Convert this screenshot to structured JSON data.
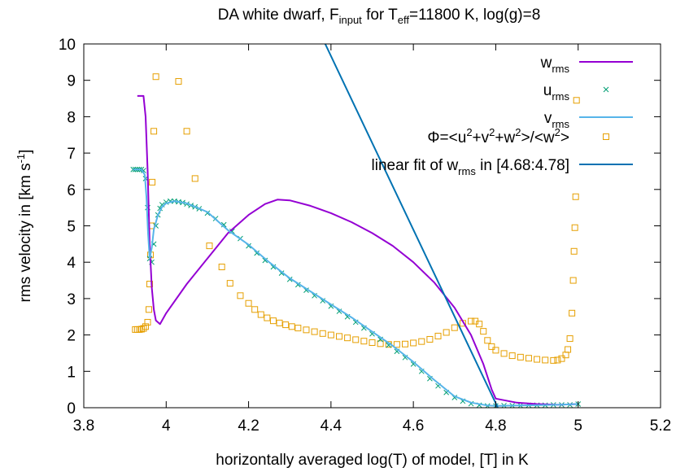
{
  "chart_data": {
    "type": "line",
    "title": {
      "pre": "DA white dwarf, F",
      "sub1": "input",
      "mid": " for T",
      "sub2": "eff",
      "post": "=11800 K, log(g)=8"
    },
    "xlabel": "horizontally averaged log(T) of model, [T] in K",
    "ylabel": {
      "pre": "rms velocity in [km s",
      "sup": "-1",
      "post": "]"
    },
    "xlim": [
      3.8,
      5.2
    ],
    "ylim": [
      0,
      10
    ],
    "xticks": [
      3.8,
      4,
      4.2,
      4.4,
      4.6,
      4.8,
      5,
      5.2
    ],
    "xtick_labels": [
      "3.8",
      "4",
      "4.2",
      "4.4",
      "4.6",
      "4.8",
      "5",
      "5.2"
    ],
    "yticks": [
      0,
      1,
      2,
      3,
      4,
      5,
      6,
      7,
      8,
      9,
      10
    ],
    "ytick_labels": [
      "0",
      "1",
      "2",
      "3",
      "4",
      "5",
      "6",
      "7",
      "8",
      "9",
      "10"
    ],
    "grid": false,
    "legend_position": "top-right",
    "series": [
      {
        "key": "w",
        "legend": {
          "pre": "w",
          "sub": "rms",
          "post": ""
        },
        "style": "line",
        "color": "#9400d3",
        "x": [
          3.93,
          3.945,
          3.95,
          3.955,
          3.96,
          3.965,
          3.97,
          3.975,
          3.985,
          4.0,
          4.05,
          4.1,
          4.15,
          4.2,
          4.24,
          4.27,
          4.3,
          4.35,
          4.4,
          4.45,
          4.5,
          4.55,
          4.6,
          4.65,
          4.7,
          4.74,
          4.77,
          4.79,
          4.8,
          4.85,
          4.9,
          4.95,
          5.0
        ],
        "y": [
          8.57,
          8.57,
          8.0,
          6.5,
          4.5,
          3.3,
          2.7,
          2.4,
          2.3,
          2.6,
          3.4,
          4.1,
          4.8,
          5.3,
          5.6,
          5.72,
          5.7,
          5.55,
          5.35,
          5.1,
          4.8,
          4.45,
          4.0,
          3.45,
          2.75,
          2.0,
          1.2,
          0.5,
          0.25,
          0.14,
          0.1,
          0.08,
          0.1
        ]
      },
      {
        "key": "u",
        "legend": {
          "pre": "u",
          "sub": "rms",
          "post": ""
        },
        "style": "cross",
        "color": "#009e73",
        "x": [
          3.92,
          3.925,
          3.93,
          3.935,
          3.94,
          3.945,
          3.95,
          3.955,
          3.96,
          3.965,
          3.97,
          3.975,
          3.98,
          3.985,
          3.99,
          4.0,
          4.01,
          4.02,
          4.03,
          4.04,
          4.05,
          4.06,
          4.07,
          4.08,
          4.1,
          4.12,
          4.14,
          4.16,
          4.18,
          4.2,
          4.22,
          4.24,
          4.26,
          4.28,
          4.3,
          4.32,
          4.34,
          4.36,
          4.38,
          4.4,
          4.42,
          4.44,
          4.46,
          4.48,
          4.5,
          4.52,
          4.54,
          4.56,
          4.58,
          4.6,
          4.62,
          4.64,
          4.66,
          4.68,
          4.7,
          4.72,
          4.74,
          4.76,
          4.78,
          4.8,
          4.82,
          4.84,
          4.86,
          4.88,
          4.9,
          4.92,
          4.94,
          4.96,
          4.98,
          5.0
        ],
        "y": [
          6.55,
          6.55,
          6.55,
          6.55,
          6.55,
          6.52,
          6.3,
          5.5,
          4.1,
          4.0,
          4.5,
          5.0,
          5.3,
          5.48,
          5.58,
          5.65,
          5.68,
          5.68,
          5.66,
          5.64,
          5.6,
          5.56,
          5.52,
          5.47,
          5.35,
          5.2,
          5.03,
          4.85,
          4.65,
          4.45,
          4.25,
          4.05,
          3.87,
          3.7,
          3.53,
          3.38,
          3.23,
          3.08,
          2.94,
          2.79,
          2.65,
          2.5,
          2.35,
          2.19,
          2.03,
          1.88,
          1.72,
          1.55,
          1.38,
          1.2,
          1.0,
          0.8,
          0.6,
          0.42,
          0.28,
          0.18,
          0.11,
          0.07,
          0.05,
          0.05,
          0.06,
          0.06,
          0.06,
          0.07,
          0.07,
          0.07,
          0.08,
          0.08,
          0.08,
          0.1
        ]
      },
      {
        "key": "v",
        "legend": {
          "pre": "v",
          "sub": "rms",
          "post": ""
        },
        "style": "line",
        "color": "#56b4e9",
        "x": [
          3.92,
          3.94,
          3.948,
          3.952,
          3.956,
          3.96,
          3.965,
          3.97,
          3.98,
          3.99,
          4.0,
          4.02,
          4.05,
          4.1,
          4.15,
          4.2,
          4.25,
          4.3,
          4.35,
          4.4,
          4.45,
          4.5,
          4.55,
          4.6,
          4.65,
          4.7,
          4.74,
          4.78,
          4.8,
          4.85,
          4.9,
          4.95,
          5.0
        ],
        "y": [
          6.55,
          6.55,
          6.4,
          5.8,
          4.8,
          4.1,
          4.4,
          4.9,
          5.3,
          5.52,
          5.62,
          5.68,
          5.62,
          5.38,
          4.88,
          4.48,
          4.0,
          3.56,
          3.2,
          2.84,
          2.48,
          2.09,
          1.7,
          1.26,
          0.77,
          0.31,
          0.14,
          0.06,
          0.05,
          0.06,
          0.07,
          0.08,
          0.1
        ]
      },
      {
        "key": "phi",
        "legend": {
          "pre": "Φ=<u",
          "sup1": "2",
          "mid1": "+v",
          "sup2": "2",
          "mid2": "+w",
          "sup3": "2",
          "mid3": ">/<w",
          "sup4": "2",
          "post": ">"
        },
        "style": "square",
        "color": "#e69f00",
        "x": [
          3.925,
          3.93,
          3.935,
          3.94,
          3.945,
          3.95,
          3.955,
          3.958,
          3.96,
          3.962,
          3.964,
          3.966,
          3.97,
          3.975,
          4.03,
          4.05,
          4.07,
          4.105,
          4.135,
          4.155,
          4.18,
          4.2,
          4.215,
          4.23,
          4.245,
          4.26,
          4.275,
          4.29,
          4.305,
          4.32,
          4.34,
          4.36,
          4.38,
          4.4,
          4.42,
          4.44,
          4.46,
          4.48,
          4.5,
          4.52,
          4.54,
          4.56,
          4.58,
          4.6,
          4.62,
          4.64,
          4.66,
          4.68,
          4.7,
          4.72,
          4.74,
          4.75,
          4.76,
          4.77,
          4.78,
          4.79,
          4.8,
          4.82,
          4.84,
          4.86,
          4.88,
          4.9,
          4.92,
          4.94,
          4.95,
          4.96,
          4.97,
          4.975,
          4.98,
          4.985,
          4.988,
          4.99,
          4.992,
          4.994,
          4.996
        ],
        "y": [
          2.15,
          2.15,
          2.15,
          2.16,
          2.18,
          2.23,
          2.35,
          2.7,
          3.4,
          4.2,
          5.0,
          6.2,
          7.6,
          9.1,
          8.97,
          7.6,
          6.3,
          4.45,
          3.87,
          3.42,
          3.08,
          2.87,
          2.7,
          2.56,
          2.47,
          2.39,
          2.33,
          2.28,
          2.23,
          2.19,
          2.14,
          2.09,
          2.04,
          2.0,
          1.96,
          1.92,
          1.87,
          1.83,
          1.79,
          1.76,
          1.74,
          1.74,
          1.75,
          1.78,
          1.82,
          1.88,
          1.97,
          2.07,
          2.2,
          2.32,
          2.38,
          2.38,
          2.3,
          2.1,
          1.85,
          1.68,
          1.58,
          1.49,
          1.43,
          1.39,
          1.36,
          1.33,
          1.31,
          1.3,
          1.31,
          1.35,
          1.45,
          1.6,
          1.9,
          2.6,
          3.5,
          4.3,
          4.95,
          5.8,
          8.45
        ]
      },
      {
        "key": "fit",
        "legend": {
          "pre": "linear fit of w",
          "sub": "rms",
          "post": " in [4.68:4.78]"
        },
        "style": "line",
        "color": "#0072b2",
        "x": [
          4.386,
          4.805
        ],
        "y": [
          10.0,
          0.0
        ]
      }
    ]
  }
}
